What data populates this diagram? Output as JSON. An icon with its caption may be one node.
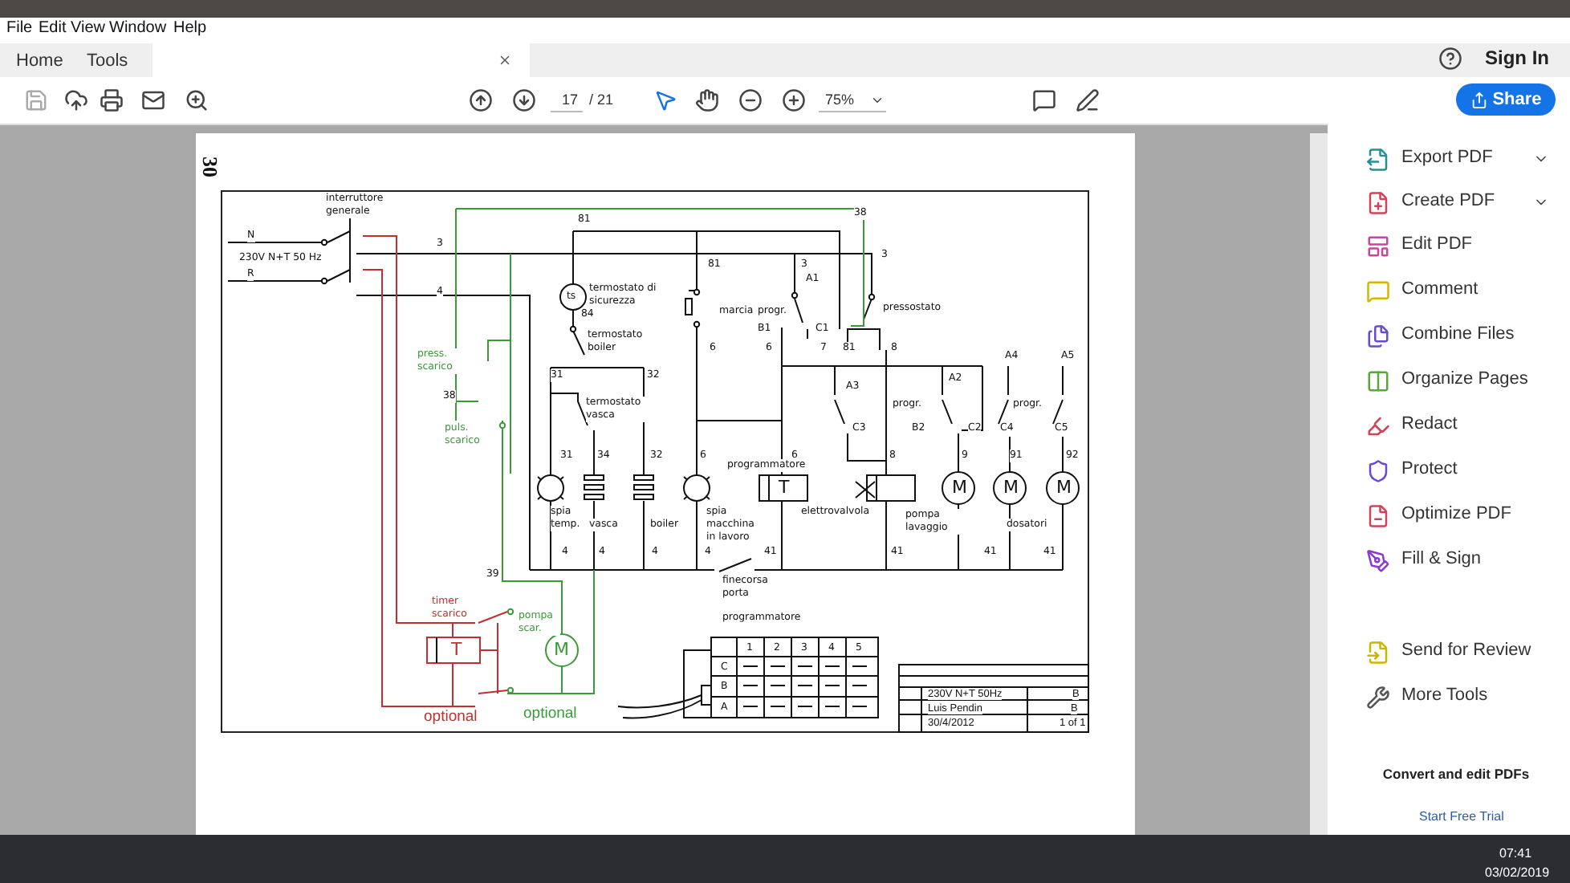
{
  "diagram": {
    "labels": [
      "File",
      "Edit",
      "View",
      "Window",
      "Help",
      "Home",
      "Tools",
      "17",
      "/ 21",
      "75%",
      "Sign In",
      "Share",
      "Export PDF",
      "Create PDF",
      "Edit PDF",
      "Comment",
      "Combine Files",
      "Organize Pages",
      "Redact",
      "Protect",
      "Optimize PDF",
      "Fill & Sign",
      "Send for Review",
      "More Tools",
      "Convert and edit PDFs",
      "Start Free Trial",
      "07:41",
      "03/02/2019",
      "30",
      "interruttore generale",
      "N",
      "230V N+T 50 Hz",
      "R",
      "3",
      "4",
      "81",
      "38",
      "ts",
      "termostato di sicurezza",
      "84",
      "termostato boiler",
      "31",
      "32",
      "termostato vasca",
      "press. scarico",
      "38",
      "puls. scarico",
      "81",
      "marcia",
      "6",
      "3",
      "A1",
      "progr.",
      "B1",
      "C1",
      "6",
      "7",
      "81",
      "8",
      "3",
      "pressostato",
      "A3",
      "progr.",
      "A2",
      "C3",
      "B2",
      "C2",
      "A4",
      "A5",
      "progr.",
      "C4",
      "C5",
      "31",
      "34",
      "32",
      "6",
      "6",
      "8",
      "9",
      "91",
      "92",
      "programmatore",
      "T",
      "M",
      "M",
      "M",
      "spia temp.",
      "vasca",
      "boiler",
      "spia macchina in lavoro",
      "elettrovalvola",
      "pompa lavaggio",
      "dosatori",
      "4",
      "4",
      "4",
      "4",
      "41",
      "41",
      "41",
      "41",
      "finecorsa porta",
      "programmatore",
      "39",
      "timer scarico",
      "pompa scar.",
      "T",
      "M",
      "optional",
      "optional",
      "1",
      "2",
      "3",
      "4",
      "5",
      "C",
      "B",
      "A",
      "230V N+T 50Hz",
      "B",
      "Luis Pendin",
      "B",
      "30/4/2012",
      "1 of 1"
    ]
  }
}
